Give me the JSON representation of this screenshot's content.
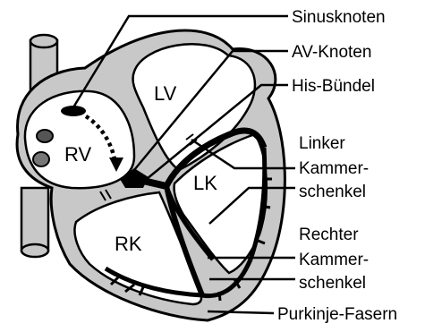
{
  "diagram": {
    "chambers": {
      "rv": "RV",
      "lv": "LV",
      "rk": "RK",
      "lk": "LK"
    },
    "labels": {
      "sinusknoten": "Sinusknoten",
      "av_knoten": "AV-Knoten",
      "his_buendel": "His-Bündel",
      "linker": [
        "Linker",
        "Kammer-",
        "schenkel"
      ],
      "rechter": [
        "Rechter",
        "Kammer-",
        "schenkel"
      ],
      "purkinje": "Purkinje-Fasern"
    },
    "colors": {
      "outline": "#000000",
      "muscle": "#c8c8c8",
      "chamber": "#ffffff",
      "conduction": "#000000"
    }
  }
}
